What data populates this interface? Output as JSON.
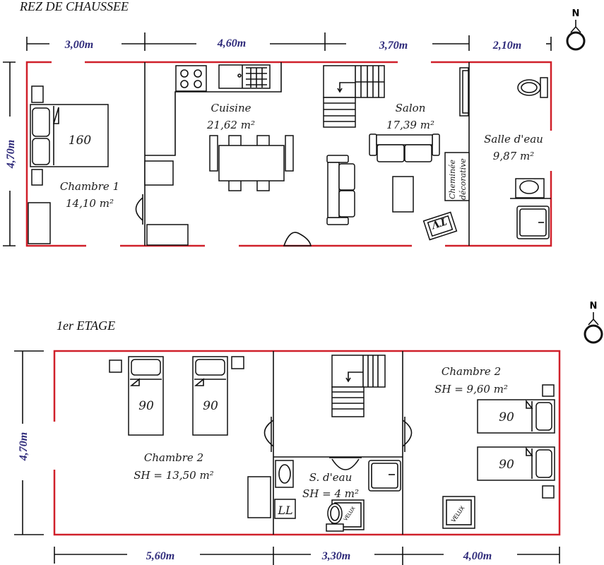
{
  "ground_floor": {
    "title": "REZ DE CHAUSSEE",
    "dims_top": [
      "3,00m",
      "4,60m",
      "3,70m",
      "2,10m"
    ],
    "dim_side": "4,70m",
    "rooms": [
      {
        "name": "Chambre 1",
        "area": "14,10 m²"
      },
      {
        "name": "Cuisine",
        "area": "21,62 m²"
      },
      {
        "name": "Salon",
        "area": "17,39 m²"
      },
      {
        "name": "Salle d'eau",
        "area": "9,87 m²"
      }
    ],
    "bed_label": "160",
    "fireplace_label_1": "Cheminée",
    "fireplace_label_2": "décorative",
    "tv_label": "TV"
  },
  "first_floor": {
    "title": "1er ETAGE",
    "dims_bottom": [
      "5,60m",
      "3,30m",
      "4,00m"
    ],
    "dim_side": "4,70m",
    "rooms": [
      {
        "name": "Chambre 2",
        "area": "SH = 13,50 m²"
      },
      {
        "name": "S. d'eau",
        "area": "SH = 4 m²"
      },
      {
        "name": "Chambre 2",
        "area": "SH = 9,60 m²"
      }
    ],
    "bed_label": "90",
    "velux_label": "VELUX",
    "laundry_label": "LL"
  },
  "north_label": "N",
  "colors": {
    "walls": "#d0202a",
    "dimensions": "#2e2a7a"
  }
}
